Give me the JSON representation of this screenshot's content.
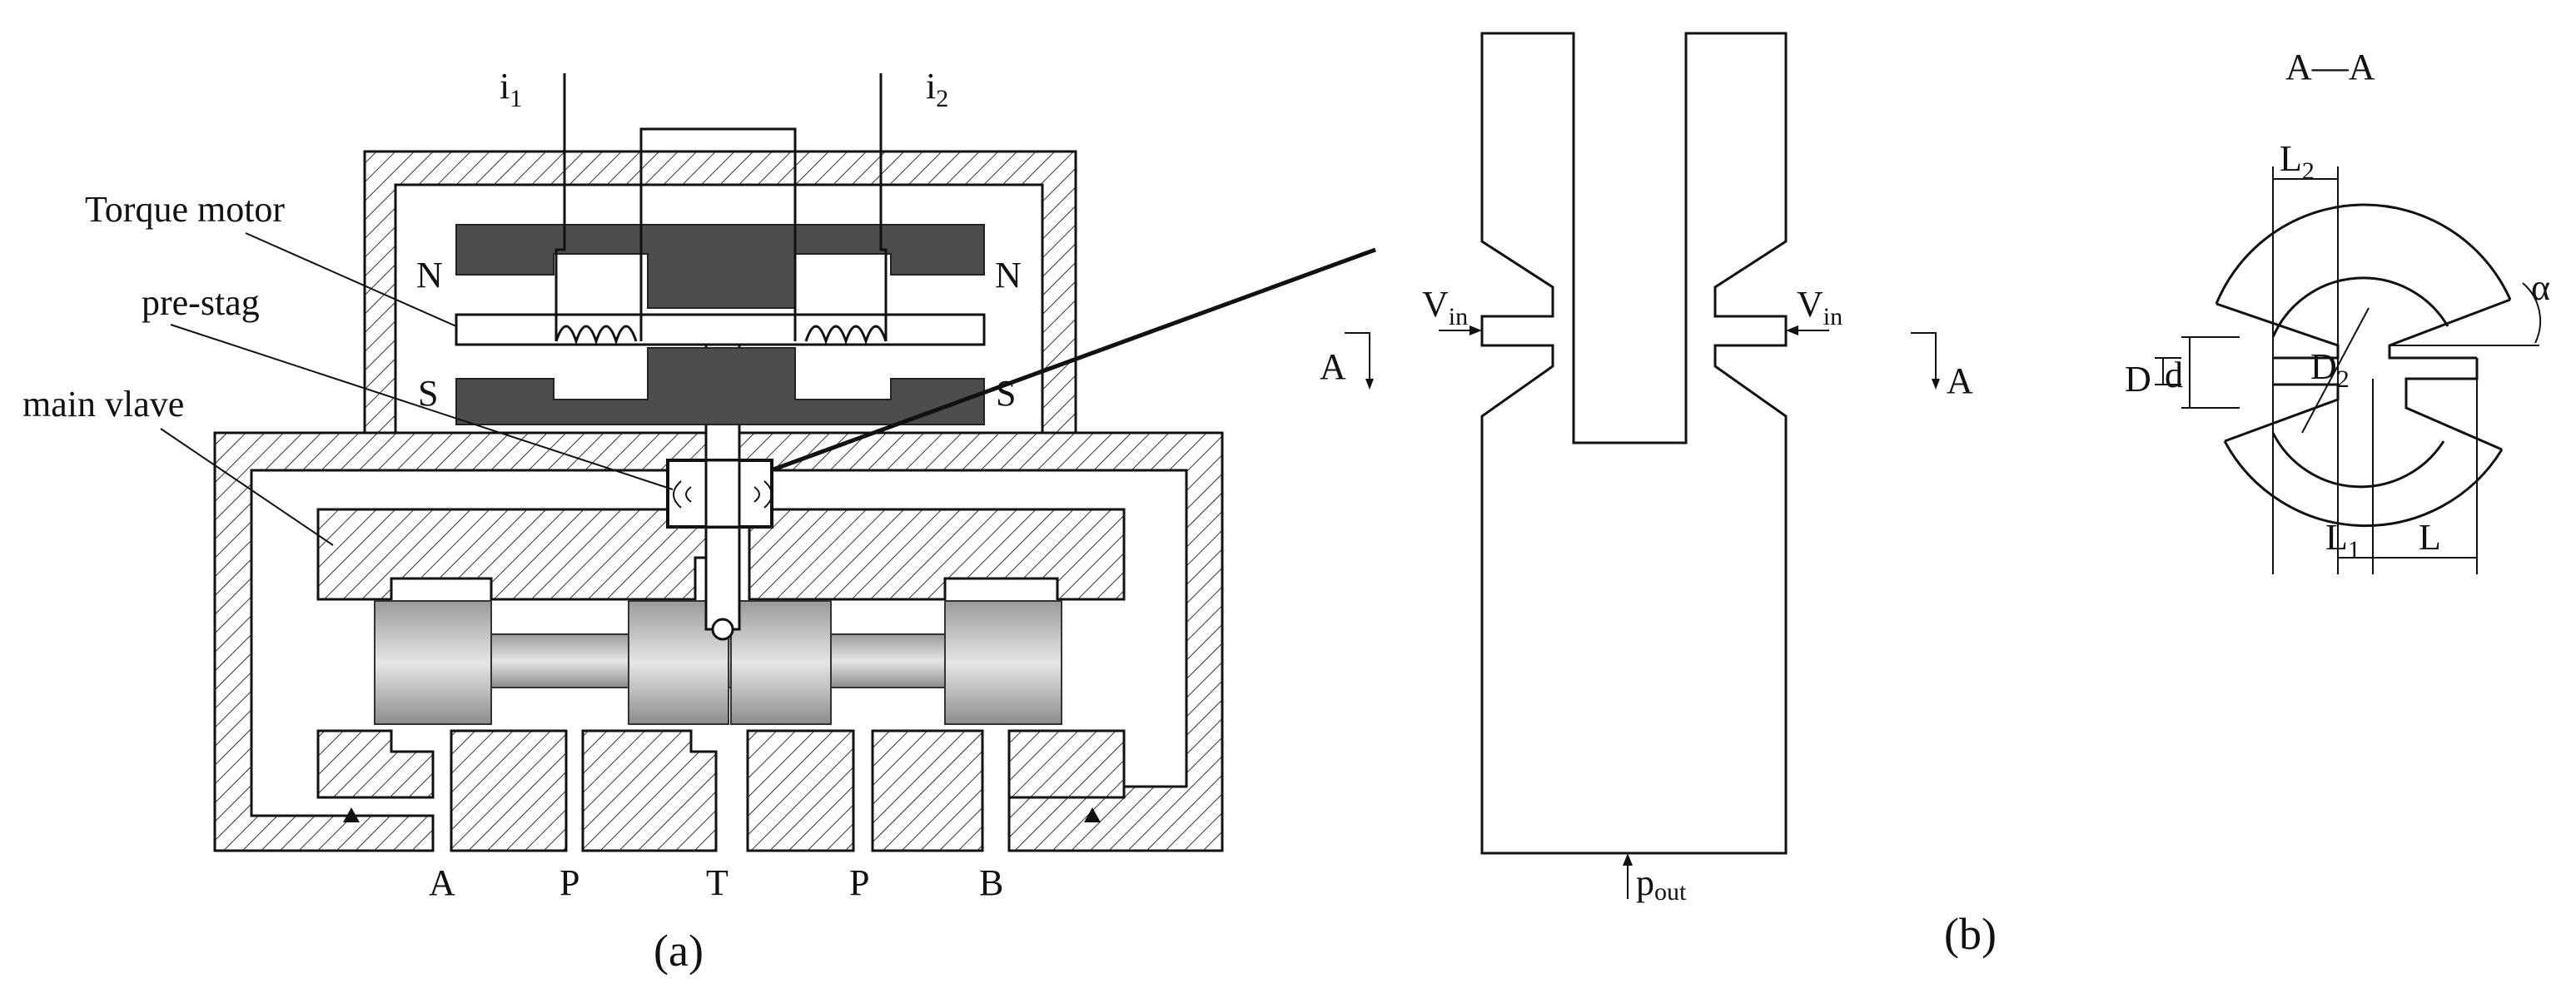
{
  "panel_a": {
    "caption": "(a)",
    "current_1": "i",
    "current_1_sub": "1",
    "current_2": "i",
    "current_2_sub": "2",
    "label_torque_motor": "Torque motor",
    "label_pre_stage": "pre-stag",
    "label_main_valve": "main vlave",
    "pole_n": "N",
    "pole_s": "S",
    "port_a": "A",
    "port_p": "P",
    "port_t": "T",
    "port_b": "B"
  },
  "panel_b": {
    "caption": "(b)",
    "section_title": "A—A",
    "section_mark": "A",
    "v_in": "V",
    "v_in_sub": "in",
    "p_out": "p",
    "p_out_sub": "out",
    "dim_L2": "L",
    "dim_L2_sub": "2",
    "dim_D": "D",
    "dim_d": "d",
    "dim_D2": "D",
    "dim_D2_sub": "2",
    "dim_alpha": "α",
    "dim_L1": "L",
    "dim_L1_sub": "1",
    "dim_L": "L"
  }
}
